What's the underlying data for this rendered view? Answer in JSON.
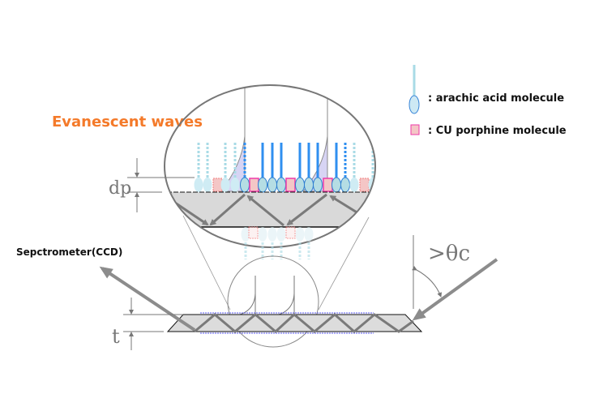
{
  "title": "Evanescent waves",
  "spectrometer_label": "Sepctrometer(CCD)",
  "legend": {
    "arachic_label": ": arachic acid molecule",
    "porphine_label": ": CU porphine molecule"
  },
  "dimensions": {
    "dp_label": "dp",
    "t_label": "t",
    "angle_label": ">θc"
  },
  "colors": {
    "title": "#F47A2A",
    "substrate": "#d9d9d9",
    "tail_solid": "#2f8ff0",
    "tail_light": "#a9dbe6",
    "head": "#bfe3ea",
    "porphine": "#f4c6c6",
    "porphine_border": "#ee3aa8",
    "wave": "#d7d4f4",
    "arrow": "#808080"
  }
}
